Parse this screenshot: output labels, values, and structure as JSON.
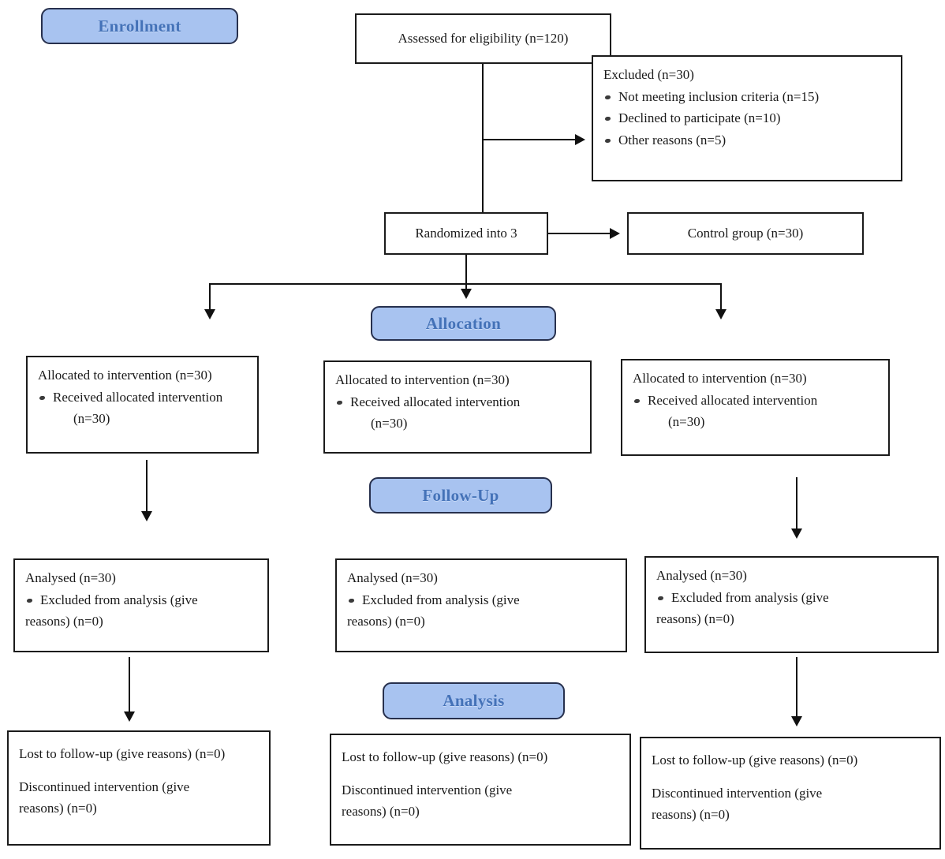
{
  "diagram": {
    "title": "CONSORT participant flow diagram",
    "accent_color": "#a8c3f0",
    "badge_border_color": "#27304d",
    "badge_text_color": "#4472b8",
    "line_color": "#111111"
  },
  "stages": {
    "enrollment": "Enrollment",
    "allocation": "Allocation",
    "followup": "Follow-Up",
    "analysis": "Analysis"
  },
  "enrollment": {
    "assessed": "Assessed for eligibility (n=120)",
    "excluded_title": "Excluded (n=30)",
    "excluded_items": [
      "Not meeting inclusion criteria (n=15)",
      "Declined to participate (n=10)",
      "Other reasons (n=5)"
    ],
    "randomized": "Randomized into 3",
    "control": "Control group (n=30)"
  },
  "allocation_boxes": [
    {
      "title": "Allocated to intervention (n=30)",
      "bullet": "Received allocated intervention",
      "bullet_cont": "(n=30)"
    },
    {
      "title": "Allocated to intervention (n=30)",
      "bullet": "Received allocated intervention",
      "bullet_cont": "(n=30)"
    },
    {
      "title": "Allocated to intervention (n=30)",
      "bullet": "Received allocated intervention",
      "bullet_cont": "(n=30)"
    }
  ],
  "analysis_boxes": [
    {
      "title": "Analysed (n=30)",
      "bullet": "Excluded from analysis (give",
      "bullet_cont": "reasons) (n=0)"
    },
    {
      "title": "Analysed (n=30)",
      "bullet": "Excluded from analysis (give",
      "bullet_cont": "reasons) (n=0)"
    },
    {
      "title": "Analysed (n=30)",
      "bullet": "Excluded from analysis (give",
      "bullet_cont": "reasons) (n=0)"
    }
  ],
  "followup_boxes": [
    {
      "line1": "Lost to follow-up (give reasons) (n=0)",
      "line2": "Discontinued intervention (give",
      "line3": "reasons) (n=0)"
    },
    {
      "line1": "Lost to follow-up (give reasons) (n=0)",
      "line2": "Discontinued intervention (give",
      "line3": "reasons) (n=0)"
    },
    {
      "line1": "Lost to follow-up (give reasons) (n=0)",
      "line2": "Discontinued intervention (give",
      "line3": "reasons) (n=0)"
    }
  ]
}
